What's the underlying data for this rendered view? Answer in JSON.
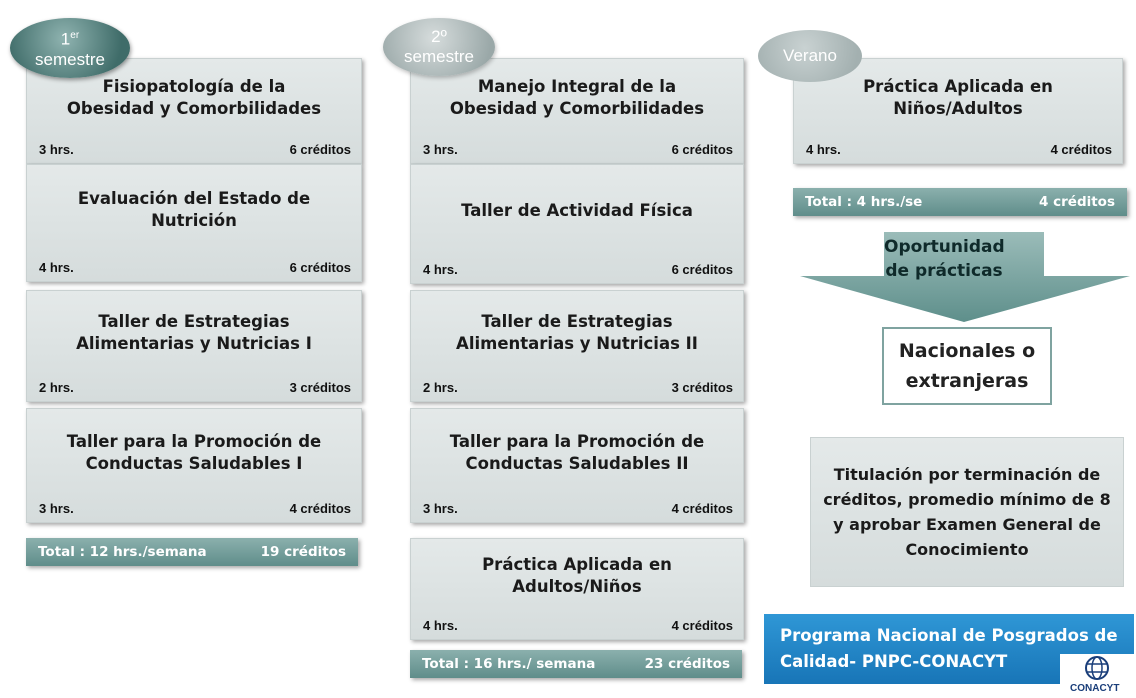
{
  "col1": {
    "bubble": {
      "main": "1",
      "sup": "er",
      "line2": "semestre"
    },
    "cards": [
      {
        "title": "Fisiopatología de la\nObesidad y Comorbilidades",
        "hrs": "3 hrs.",
        "credits": "6 créditos"
      },
      {
        "title": "Evaluación del Estado de\nNutrición",
        "hrs": "4 hrs.",
        "credits": "6 créditos"
      },
      {
        "title": "Taller de Estrategias\nAlimentarias y Nutricias I",
        "hrs": "2 hrs.",
        "credits": "3 créditos"
      },
      {
        "title": "Taller para la Promoción de\nConductas Saludables I",
        "hrs": "3 hrs.",
        "credits": "4 créditos"
      }
    ],
    "total": {
      "hours": "Total : 12 hrs./semana",
      "credits": "19 créditos"
    }
  },
  "col2": {
    "bubble": {
      "line1": "2º",
      "line2": "semestre"
    },
    "cards": [
      {
        "title": "Manejo Integral de la\nObesidad y Comorbilidades",
        "hrs": "3 hrs.",
        "credits": "6 créditos"
      },
      {
        "title": "Taller de Actividad Física",
        "hrs": "4 hrs.",
        "credits": "6 créditos"
      },
      {
        "title": "Taller de Estrategias\nAlimentarias y Nutricias II",
        "hrs": "2 hrs.",
        "credits": "3 créditos"
      },
      {
        "title": "Taller para la Promoción de\nConductas Saludables II",
        "hrs": "3 hrs.",
        "credits": "4 créditos"
      },
      {
        "title": "Práctica Aplicada en\nAdultos/Niños",
        "hrs": "4 hrs.",
        "credits": "4 créditos"
      }
    ],
    "total": {
      "hours": "Total : 16 hrs./ semana",
      "credits": "23 créditos"
    }
  },
  "col3": {
    "bubble": {
      "label": "Verano"
    },
    "card": {
      "title": "Práctica Aplicada en\nNiños/Adultos",
      "hrs": "4 hrs.",
      "credits": "4 créditos"
    },
    "total": {
      "hours": "Total : 4 hrs./se",
      "credits": "4 créditos"
    },
    "arrow": "Oportunidad de prácticas",
    "nacionales": "Nacionales o\nextranjeras",
    "titulacion": "Titulación por terminación de créditos, promedio mínimo de 8 y aprobar Examen General de Conocimiento"
  },
  "footer": {
    "program": "Programa Nacional de Posgrados de\nCalidad- PNPC-CONACYT",
    "logo_text": "CONACYT"
  },
  "colors": {
    "card": "#dde3e3",
    "total": "#6f9a97",
    "bubble_dark": "#4d7a77",
    "program": "#1f85c7"
  }
}
